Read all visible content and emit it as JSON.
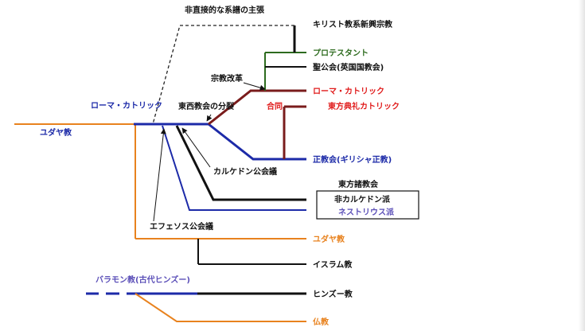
{
  "colors": {
    "black": "#111111",
    "blue": "#1c2aa8",
    "orange": "#e8821e",
    "green": "#2d6b1e",
    "darkred": "#7a1c1c",
    "red": "#e01b1b",
    "purple": "#5b4fb8",
    "dash": "#222222"
  },
  "labels": {
    "non_direct": "非直接的な系譜の主張",
    "christian_new": "キリスト教系新興宗教",
    "protestant": "プロテスタント",
    "anglican": "聖公会(英国国教会)",
    "reformation": "宗教改革",
    "roman_catholic_right": "ローマ・カトリック",
    "union": "合同",
    "eastern_catholic": "東方典礼カトリック",
    "roman_catholic_left": "ローマ・カトリック",
    "schism": "東西教会の分裂",
    "judaism_left": "ユダヤ教",
    "orthodox": "正教会(ギリシャ正教)",
    "chalcedon": "カルケドン公会議",
    "oriental_churches": "東方諸教会",
    "non_chalcedonian": "非カルケドン派",
    "nestorian": "ネストリウス派",
    "ephesus": "エフェソス公会議",
    "judaism_right": "ユダヤ教",
    "islam": "イスラム教",
    "brahmanism": "バラモン教(古代ヒンズー)",
    "hinduism": "ヒンズー教",
    "buddhism": "仏教"
  }
}
